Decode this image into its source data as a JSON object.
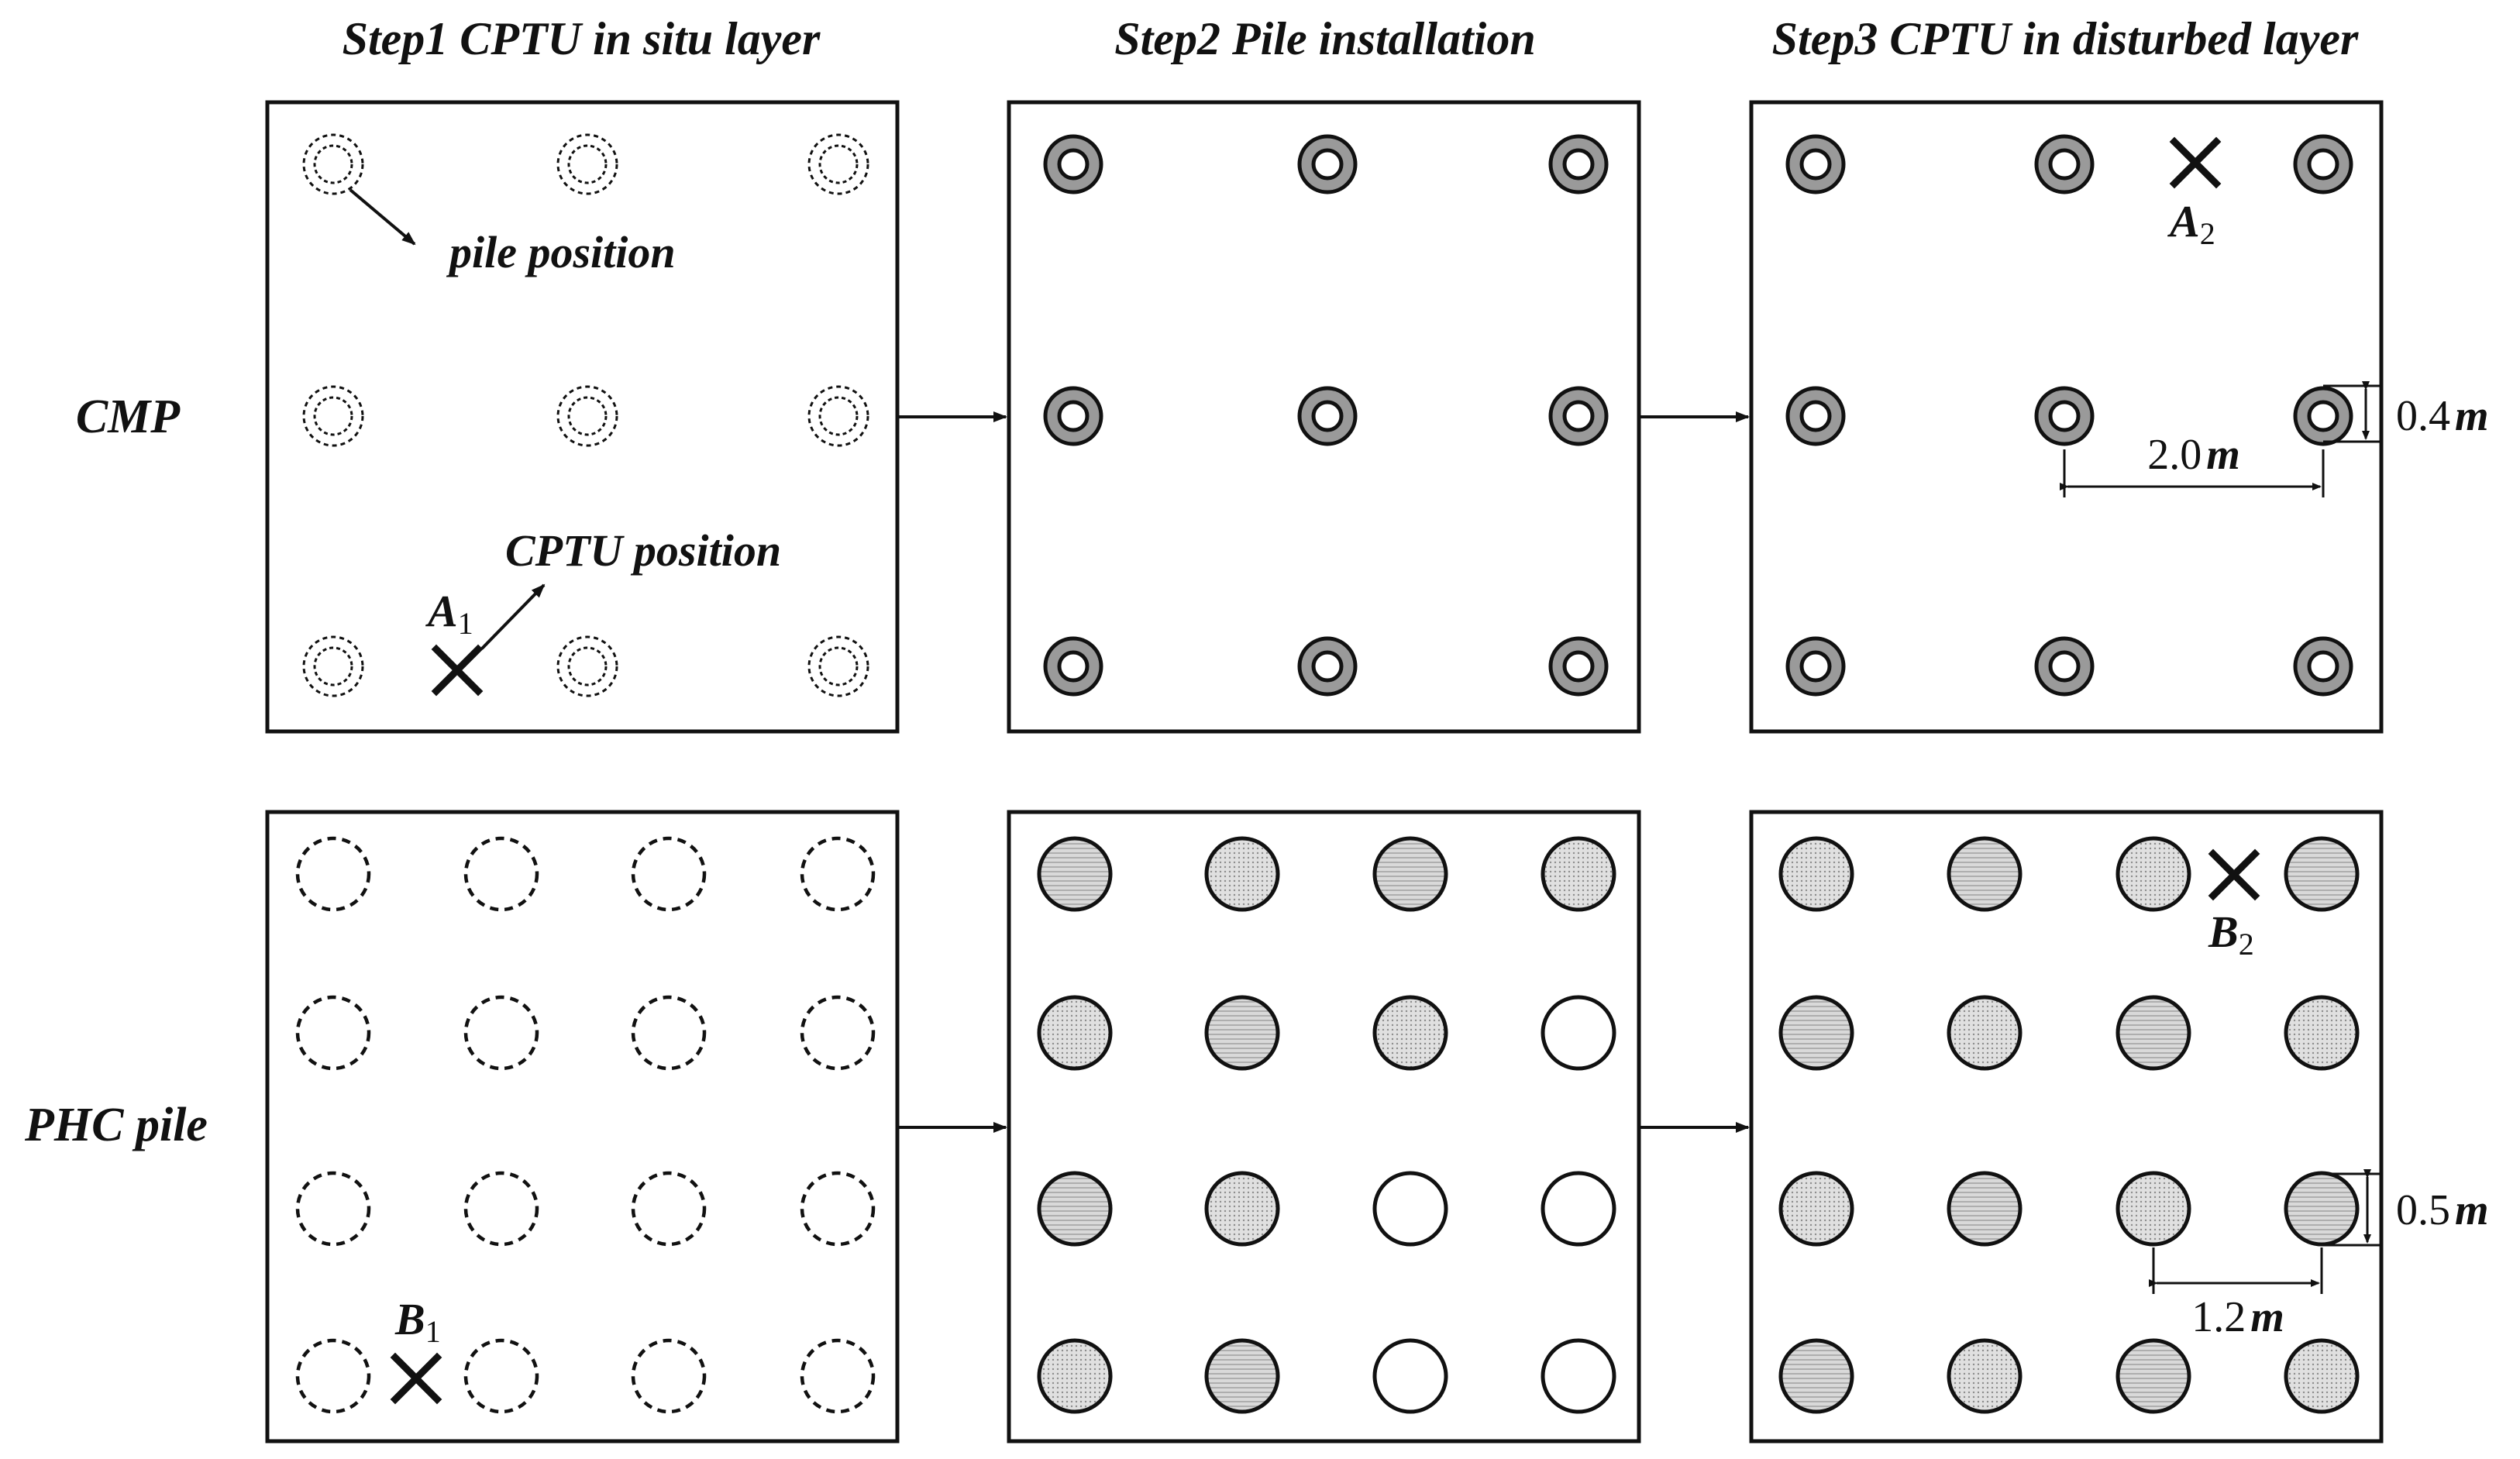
{
  "column_headers": [
    "Step1 CPTU in situ layer",
    "Step2 Pile installation",
    "Step3 CPTU in disturbed layer"
  ],
  "row_labels": [
    "CMP",
    "PHC pile"
  ],
  "annotations": {
    "pile_position": "pile position",
    "cptu_position": "CPTU position"
  },
  "markers": {
    "A1": {
      "letter": "A",
      "sub": "1"
    },
    "A2": {
      "letter": "A",
      "sub": "2"
    },
    "B1": {
      "letter": "B",
      "sub": "1"
    },
    "B2": {
      "letter": "B",
      "sub": "2"
    }
  },
  "dimensions": {
    "cmp_diameter": {
      "value": "0.4",
      "unit": "m"
    },
    "cmp_spacing": {
      "value": "2.0",
      "unit": "m"
    },
    "phc_diameter": {
      "value": "0.5",
      "unit": "m"
    },
    "phc_spacing": {
      "value": "1.2",
      "unit": "m"
    }
  },
  "grids": {
    "cmp": {
      "rows": 3,
      "cols": 3
    },
    "phc": {
      "rows": 4,
      "cols": 4
    }
  },
  "phc_step2_installed": [
    [
      true,
      true,
      true,
      true
    ],
    [
      true,
      true,
      true,
      false
    ],
    [
      true,
      true,
      false,
      false
    ],
    [
      true,
      true,
      false,
      false
    ]
  ],
  "colors": {
    "ink": "#111111",
    "cmp_ring_fill": "#9a9a9a",
    "phc_fill": "#cfcfcf"
  }
}
